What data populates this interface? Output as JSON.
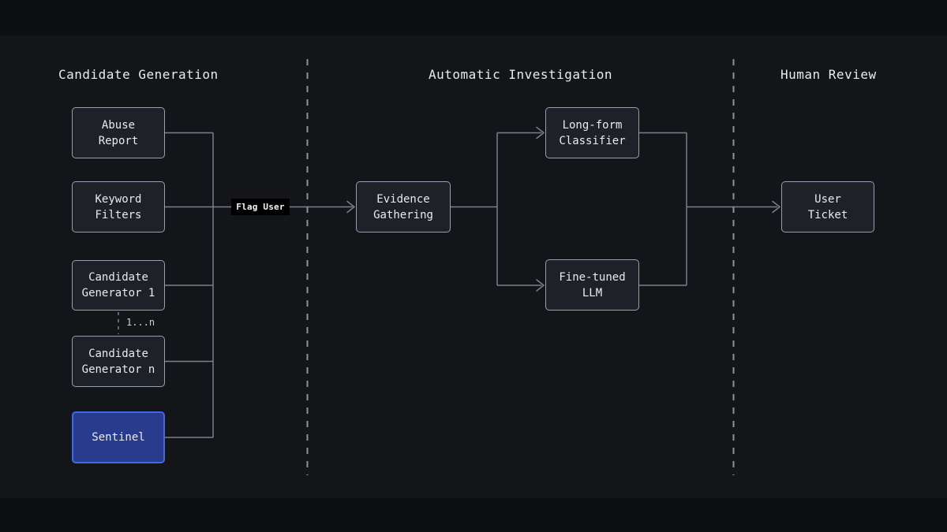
{
  "diagram": {
    "sections": [
      {
        "id": "candidate-generation",
        "title": "Candidate Generation"
      },
      {
        "id": "automatic-investigation",
        "title": "Automatic Investigation"
      },
      {
        "id": "human-review",
        "title": "Human Review"
      }
    ],
    "nodes": {
      "abuse": {
        "lines": [
          "Abuse",
          "Report"
        ]
      },
      "keyword": {
        "lines": [
          "Keyword",
          "Filters"
        ]
      },
      "cg1": {
        "lines": [
          "Candidate",
          "Generator 1"
        ]
      },
      "cgn": {
        "lines": [
          "Candidate",
          "Generator n"
        ]
      },
      "sentinel": {
        "lines": [
          "Sentinel"
        ]
      },
      "evidence": {
        "lines": [
          "Evidence",
          "Gathering"
        ]
      },
      "longform": {
        "lines": [
          "Long-form",
          "Classifier"
        ]
      },
      "llm": {
        "lines": [
          "Fine-tuned",
          "LLM"
        ]
      },
      "ticket": {
        "lines": [
          "User",
          "Ticket"
        ]
      }
    },
    "edge_labels": {
      "flag_user": "Flag User",
      "generator_range": "1...n"
    }
  },
  "colors": {
    "page_bg": "#0e0f13",
    "canvas_bg": "#141519",
    "box_fill": "#1e2127",
    "box_border": "#97a0af",
    "text": "#e8ebf1",
    "line": "#79808d",
    "divider": "#8b93a1",
    "sentinel_fill": "#293b8c",
    "sentinel_border": "#4267e4",
    "flag_label_bg": "#000000"
  }
}
